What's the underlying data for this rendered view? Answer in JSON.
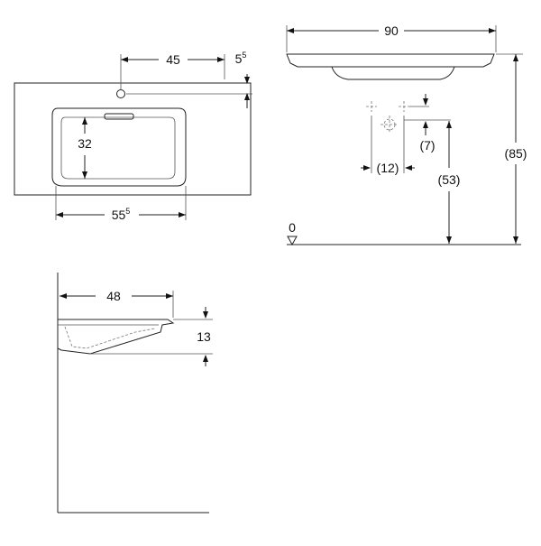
{
  "views": {
    "top": {
      "width_dim": "45",
      "tap_offset_main": "5",
      "tap_offset_sup": "5",
      "bowl_depth_dim": "32",
      "bowl_width_main": "55",
      "bowl_width_sup": "5"
    },
    "front": {
      "overall_width_dim": "90",
      "height_dim": "(85)",
      "drain_height_dim": "(53)",
      "drain_spacing_dim": "(12)",
      "drain_drop_dim": "(7)",
      "floor_label": "0"
    },
    "side": {
      "depth_dim": "48",
      "thickness_dim": "13"
    }
  }
}
